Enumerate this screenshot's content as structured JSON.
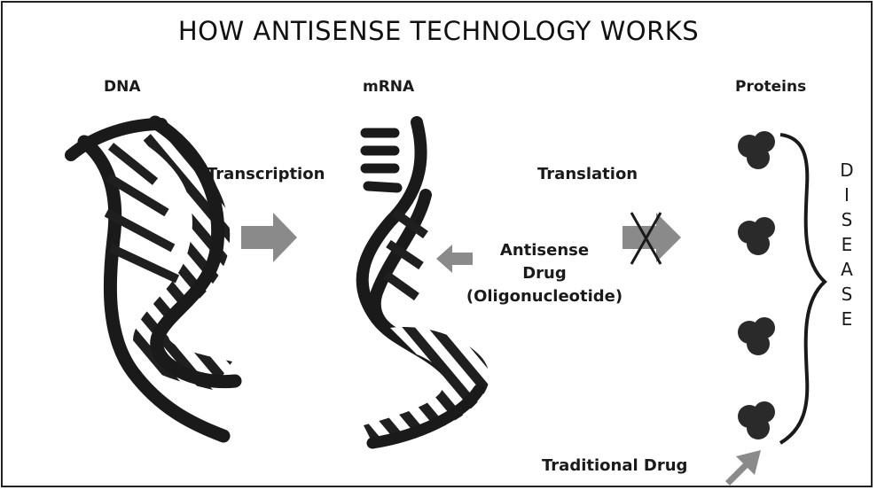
{
  "title": "HOW ANTISENSE TECHNOLOGY WORKS",
  "labels": {
    "dna": "DNA",
    "mrna": "mRNA",
    "proteins": "Proteins",
    "transcription": "Transcription",
    "translation": "Translation",
    "antisense_line1": "Antisense",
    "antisense_line2": "Drug",
    "antisense_line3": "(Oligonucleotide)",
    "traditional_drug": "Traditional Drug"
  },
  "disease_letters": [
    "D",
    "I",
    "S",
    "E",
    "A",
    "S",
    "E"
  ],
  "colors": {
    "ink": "#1a1a1a",
    "arrow": "#8a8a8a",
    "protein": "#2a2a2a"
  }
}
